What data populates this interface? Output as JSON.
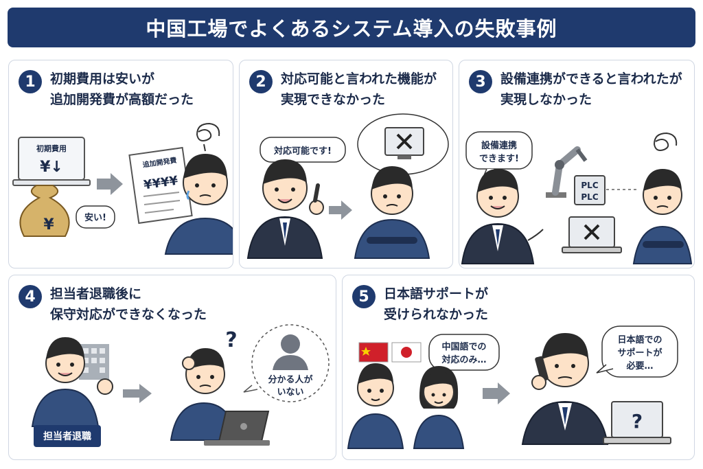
{
  "banner": {
    "title": "中国工場でよくあるシステム導入の失敗事例"
  },
  "colors": {
    "navy": "#1f3a6e",
    "red": "#d0202a",
    "arrow": "#8e949c"
  },
  "cases": [
    {
      "number": "1",
      "line1": "初期費用は安いが",
      "line2": "追加開発費が高額だった",
      "laptop_label": "初期費用",
      "laptop_price": "¥↓",
      "bag_symbol": "¥",
      "speech": "安い!",
      "doc_title": "追加開発費",
      "doc_price": "¥¥¥¥"
    },
    {
      "number": "2",
      "line1": "対応可能と言われた機能が",
      "line2": "実現できなかった",
      "speech": "対応可能です!"
    },
    {
      "number": "3",
      "line1": "設備連携ができると言われたが",
      "line2": "実現しなかった",
      "speech_line1": "設備連携",
      "speech_line2": "できます!",
      "plc_label": "PLC"
    },
    {
      "number": "4",
      "line1": "担当者退職後に",
      "line2": "保守対応ができなくなった",
      "tag": "担当者退職",
      "speech_line1": "分かる人が",
      "speech_line2": "いない"
    },
    {
      "number": "5",
      "line1": "日本語サポートが",
      "line2": "受けられなかった",
      "speech_a_line1": "中国語での",
      "speech_a_line2": "対応のみ…",
      "speech_b_line1": "日本語での",
      "speech_b_line2": "サポートが",
      "speech_b_line3": "必要…"
    }
  ]
}
